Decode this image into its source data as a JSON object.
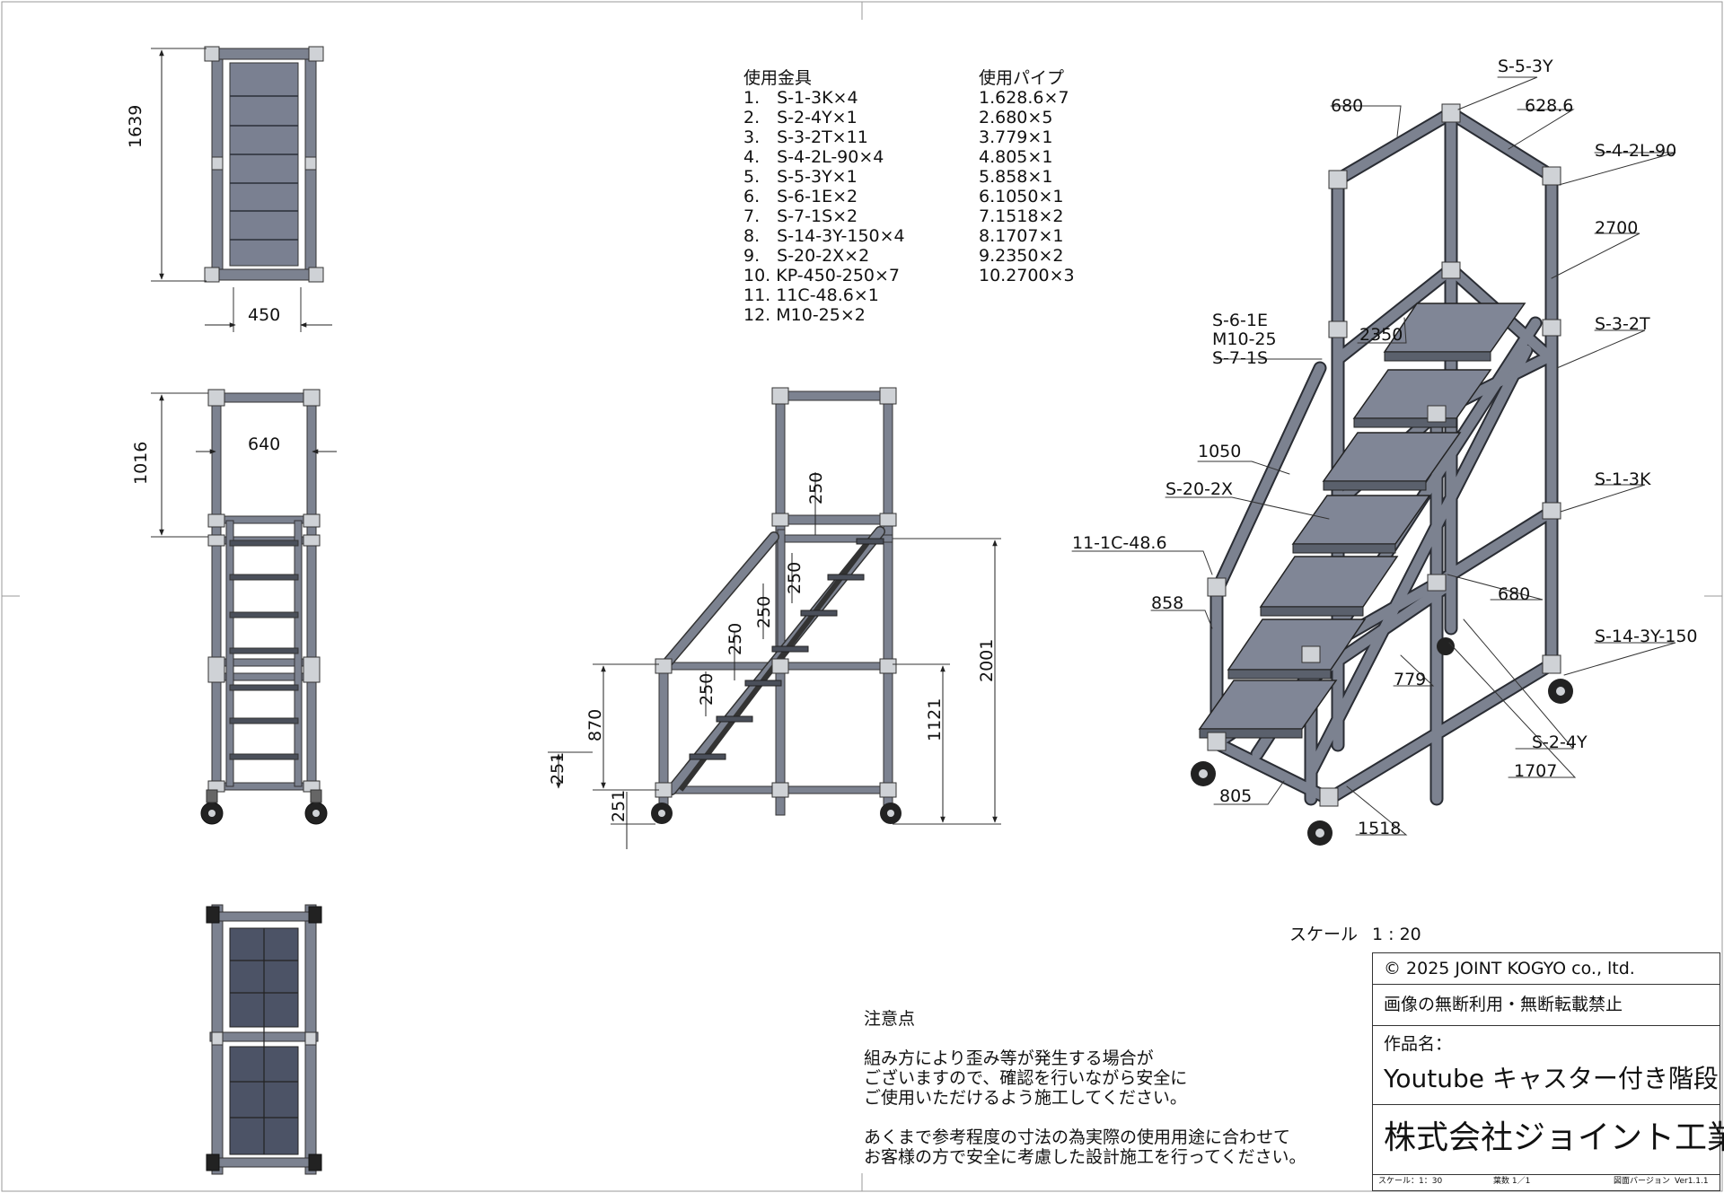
{
  "parts_list": {
    "fittings_title": "使用金具",
    "fittings": [
      "1.　S-1-3K×4",
      "2.　S-2-4Y×1",
      "3.　S-3-2T×11",
      "4.　S-4-2L-90×4",
      "5.　S-5-3Y×1",
      "6.　S-6-1E×2",
      "7.　S-7-1S×2",
      "8.　S-14-3Y-150×4",
      "9.　S-20-2X×2",
      "10. KP-450-250×7",
      "11. 11C-48.6×1",
      "12. M10-25×2"
    ],
    "pipes_title": "使用パイプ",
    "pipes": [
      "1.628.6×7",
      "2.680×5",
      "3.779×1",
      "4.805×1",
      "5.858×1",
      "6.1050×1",
      "7.1518×2",
      "8.1707×1",
      "9.2350×2",
      "10.2700×3"
    ]
  },
  "top_view": {
    "dim_length": "1639",
    "dim_width": "450"
  },
  "front_view": {
    "dim_height": "1016",
    "dim_width": "640"
  },
  "side_view": {
    "dims": [
      "250",
      "250",
      "250",
      "250",
      "250",
      "2001",
      "870",
      "1121",
      "251",
      "251"
    ]
  },
  "iso_labels": {
    "s_5_3y": "S-5-3Y",
    "d_680_top": "680",
    "d_628_6": "628.6",
    "s_4_2l_90": "S-4-2L-90",
    "d_2700": "2700",
    "s_6_1e": "S-6-1E",
    "m10_25": "M10-25",
    "s_7_1s": "S-7-1S",
    "d_2350": "2350",
    "s_3_2t": "S-3-2T",
    "d_1050": "1050",
    "s_20_2x": "S-20-2X",
    "s_1_3k": "S-1-3K",
    "c_11_1c": "11-1C-48.6",
    "d_858": "858",
    "d_680_mid": "680",
    "s_14_3y_150": "S-14-3Y-150",
    "d_779": "779",
    "s_2_4y": "S-2-4Y",
    "d_1707": "1707",
    "d_805": "805",
    "d_1518": "1518"
  },
  "scale": {
    "label": "スケール",
    "value": "1 : 20"
  },
  "notes": {
    "title": "注意点",
    "lines1": [
      "組み方により歪み等が発生する場合が",
      "ございますので、確認を行いながら安全に",
      "ご使用いただけるよう施工してください。"
    ],
    "lines2": [
      "あくまで参考程度の寸法の為実際の使用用途に合わせて",
      "お客様の方で安全に考慮した設計施工を行ってください。"
    ]
  },
  "title_block": {
    "copyright": "© 2025 JOINT KOGYO co., ltd.",
    "notice": "画像の無断利用・無断転載禁止",
    "work_label": "作品名：",
    "work_name": "Youtube キャスター付き階段",
    "company": "株式会社ジョイント工業",
    "scale_small": "スケール：1：30",
    "sheet": "葉数 1／1",
    "version_label": "図面バージョン",
    "version": "Ver1.1.1"
  },
  "colors": {
    "frame": "#7c8290",
    "frame_dark": "#4a4f5a",
    "step": "#808696",
    "plate_dark": "#4c5366",
    "plate_light": "#7a8091",
    "joint": "#cfd2d6"
  }
}
